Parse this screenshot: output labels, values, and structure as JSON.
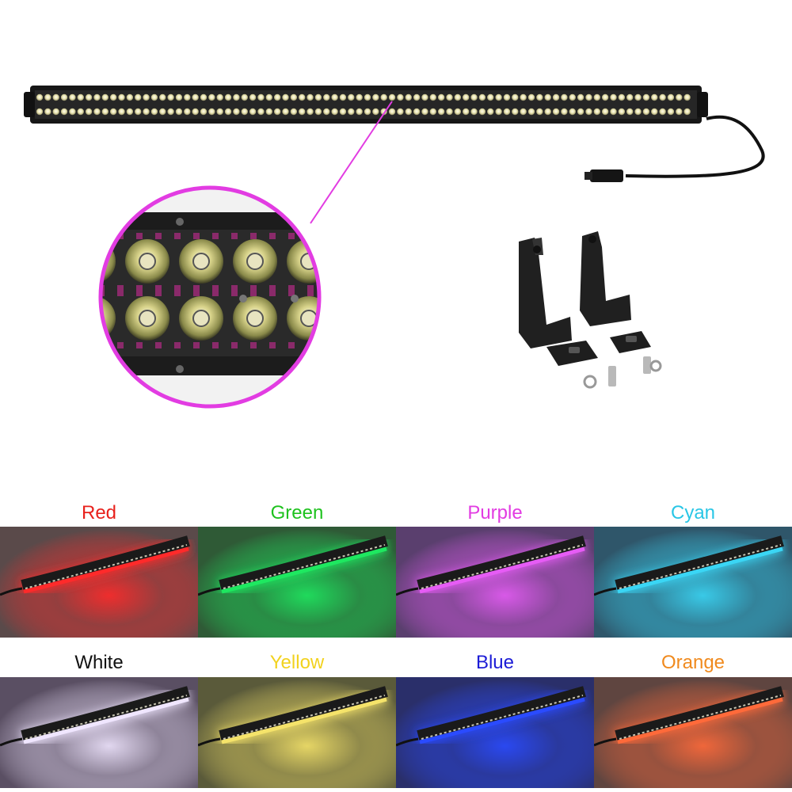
{
  "product": {
    "frame_color": "#1b1b1b",
    "led_color": "#f2f0c8",
    "magnifier_ring_color": "#e23ce2"
  },
  "variants": [
    {
      "label": "Red",
      "label_color": "#e8211c",
      "glow_color": "#ff2a2a",
      "bg_color": "#5a4a4a"
    },
    {
      "label": "Green",
      "label_color": "#1ec21e",
      "glow_color": "#1ee860",
      "bg_color": "#2f5a36"
    },
    {
      "label": "Purple",
      "label_color": "#e23ce2",
      "glow_color": "#e65cf5",
      "bg_color": "#5a3f6e"
    },
    {
      "label": "Cyan",
      "label_color": "#29c6e6",
      "glow_color": "#3ad6f5",
      "bg_color": "#2f566a"
    },
    {
      "label": "White",
      "label_color": "#111111",
      "glow_color": "#f0e6ff",
      "bg_color": "#5a4f63"
    },
    {
      "label": "Yellow",
      "label_color": "#f2d21e",
      "glow_color": "#f5e36a",
      "bg_color": "#5a5a3a"
    },
    {
      "label": "Blue",
      "label_color": "#1c1cd6",
      "glow_color": "#2a4bff",
      "bg_color": "#2a2f6a"
    },
    {
      "label": "Orange",
      "label_color": "#f08a1e",
      "glow_color": "#ff6a3a",
      "bg_color": "#5f4540"
    }
  ]
}
